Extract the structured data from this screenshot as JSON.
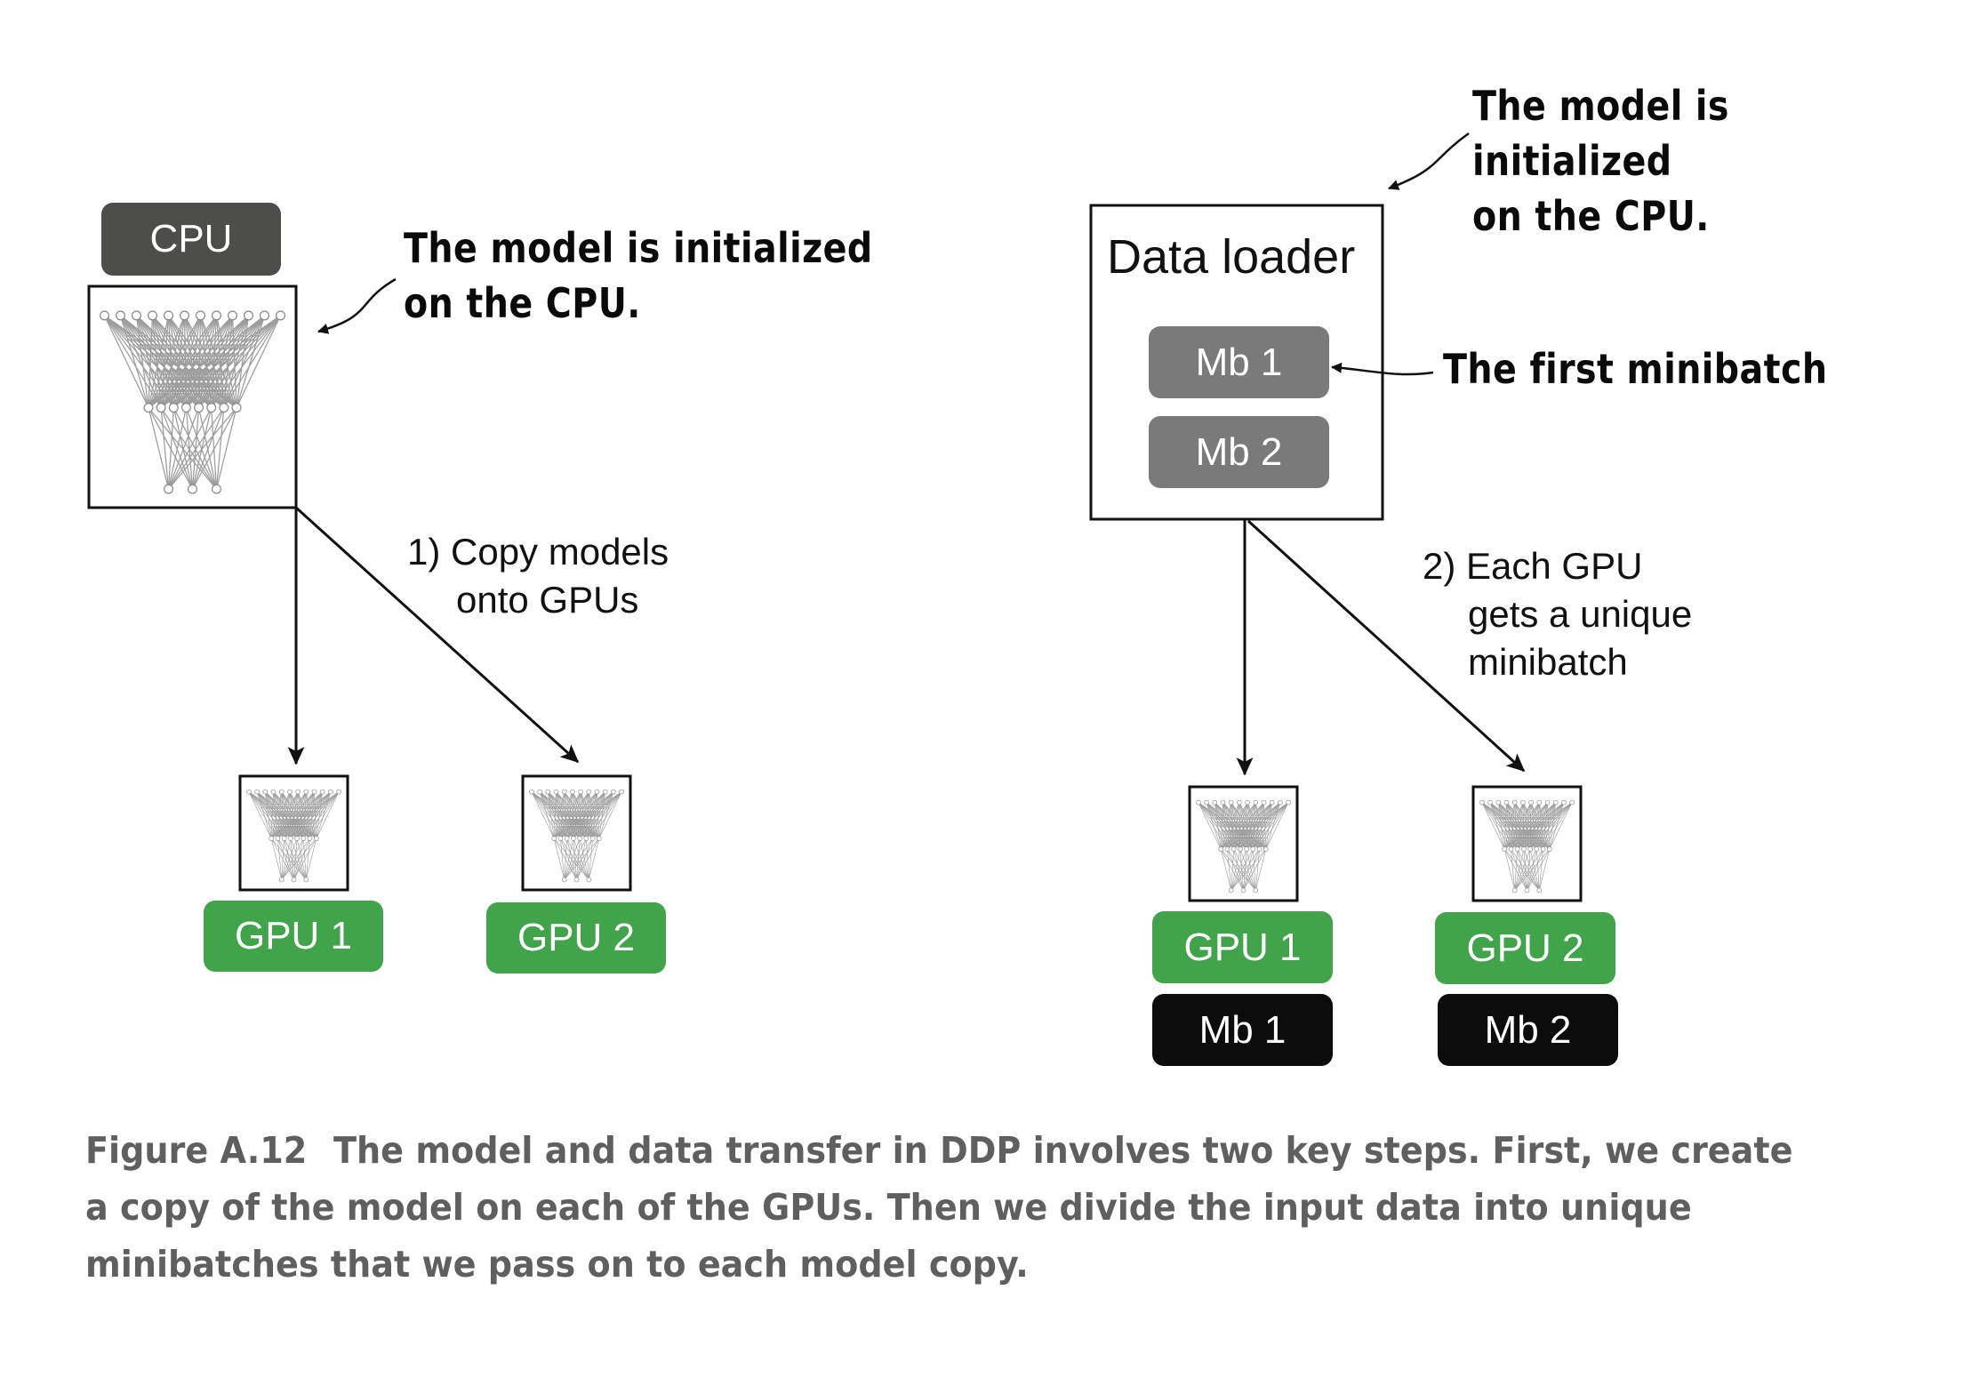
{
  "left_panel": {
    "cpu_label": "CPU",
    "annotation_line1": "The model is initialized",
    "annotation_line2": "on the CPU.",
    "step_line1": "1) Copy models",
    "step_line2": "onto GPUs",
    "gpu1_label": "GPU 1",
    "gpu2_label": "GPU 2"
  },
  "right_panel": {
    "annotation_line1": "The model is initialized",
    "annotation_line2": "on the CPU.",
    "loader_title": "Data loader",
    "mb1_label": "Mb 1",
    "mb2_label": "Mb 2",
    "minibatch_annotation": "The first minibatch",
    "step_line1": "2) Each GPU",
    "step_line2": "gets a unique",
    "step_line3": "minibatch",
    "gpu1_label": "GPU 1",
    "gpu2_label": "GPU 2",
    "gpu1_mb_label": "Mb 1",
    "gpu2_mb_label": "Mb 2"
  },
  "caption": {
    "label": "Figure A.12",
    "text": "The model and data transfer in DDP involves two key steps. First, we create a copy of the model on each of the GPUs. Then we divide the input data into unique minibatches that we pass on to each model copy."
  },
  "colors": {
    "cpu_box": "#4d4d4b",
    "minibatch_box": "#7a7a7a",
    "gpu_box": "#41a34a",
    "assigned_minibatch_box": "#0c0c0c",
    "caption_text": "#5f5f5f"
  }
}
